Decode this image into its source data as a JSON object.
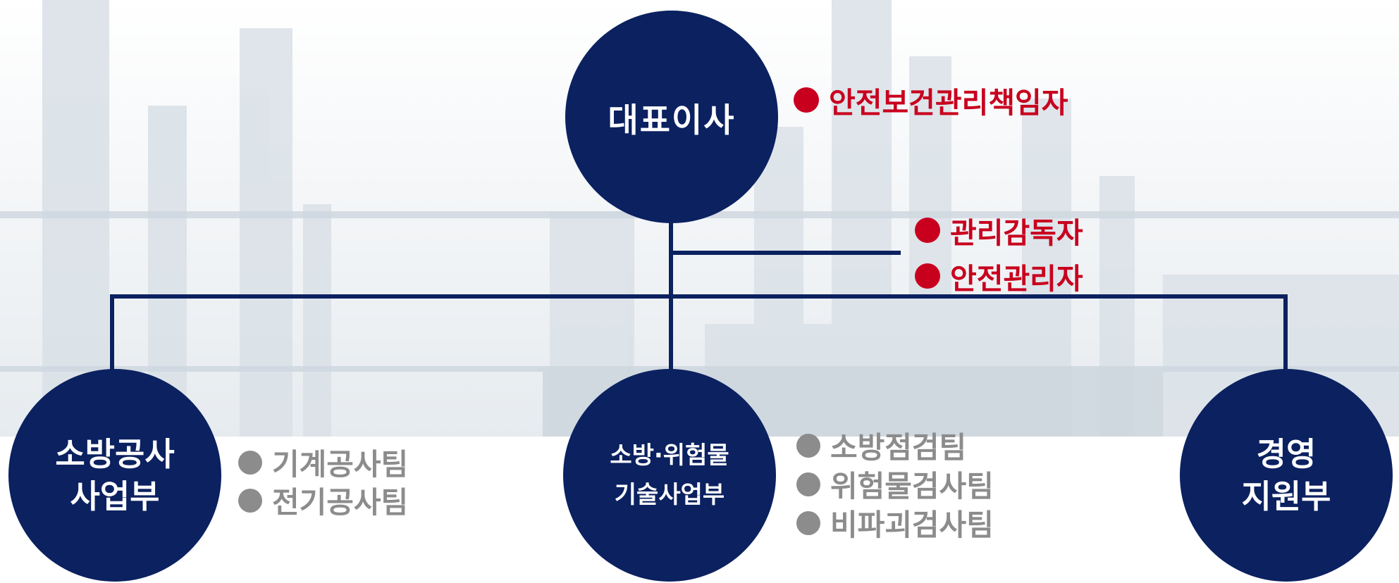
{
  "colors": {
    "node_fill": "#0b2160",
    "connector": "#0b2160",
    "red_role": "#c8001e",
    "gray_team": "#8c8c8c",
    "background_tint": "#dfe6ec"
  },
  "nodes": {
    "ceo": {
      "label": "대표이사"
    },
    "construction": {
      "label": "소방공사\n사업부"
    },
    "technical": {
      "label": "소방·위험물\n기술사업부"
    },
    "management": {
      "label": "경영\n지원부"
    }
  },
  "roles": {
    "safety_health_officer": "안전보건관리책임자",
    "supervisor": "관리감독자",
    "safety_manager": "안전관리자"
  },
  "teams": {
    "construction": [
      "기계공사팀",
      "전기공사팀"
    ],
    "technical": [
      "소방점검팀",
      "위험물검사팀",
      "비파괴검사팀"
    ]
  }
}
